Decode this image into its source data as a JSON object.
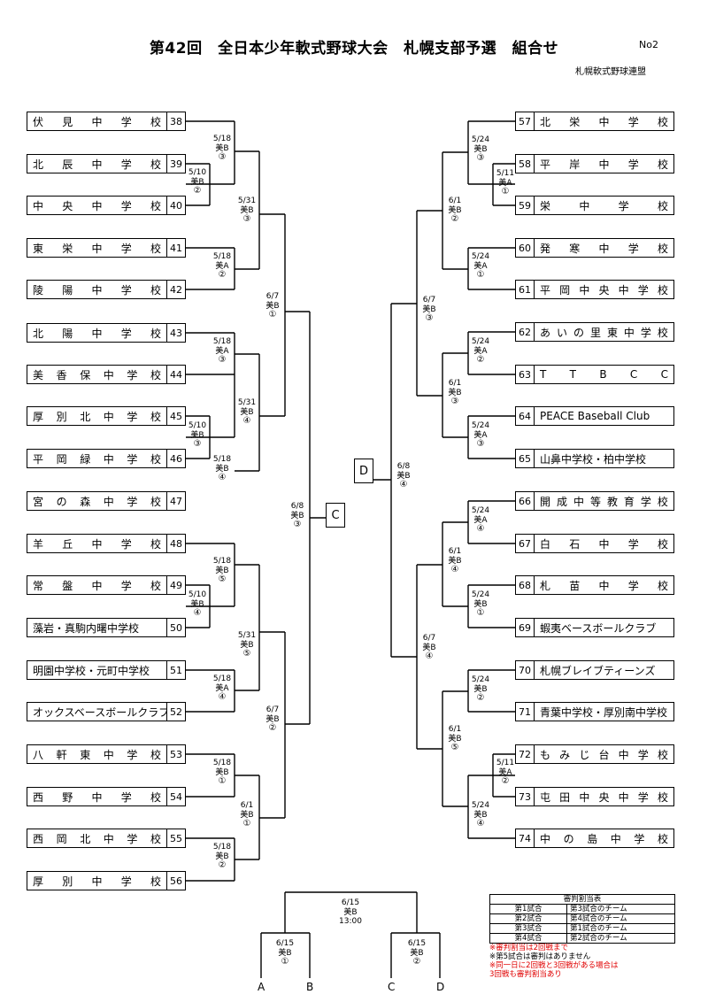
{
  "header": {
    "title": "第42回　全日本少年軟式野球大会　札幌支部予選　組合せ",
    "page_no": "No2",
    "organizer": "札幌軟式野球連盟"
  },
  "left_teams": [
    {
      "num": "38",
      "name": "伏見中学校",
      "spread": true
    },
    {
      "num": "39",
      "name": "北辰中学校",
      "spread": true
    },
    {
      "num": "40",
      "name": "中央中学校",
      "spread": true
    },
    {
      "num": "41",
      "name": "東栄中学校",
      "spread": true
    },
    {
      "num": "42",
      "name": "陵陽中学校",
      "spread": true
    },
    {
      "num": "43",
      "name": "北陽中学校",
      "spread": true
    },
    {
      "num": "44",
      "name": "美香保中学校",
      "spread": true
    },
    {
      "num": "45",
      "name": "厚別北中学校",
      "spread": true
    },
    {
      "num": "46",
      "name": "平岡緑中学校",
      "spread": true
    },
    {
      "num": "47",
      "name": "宮の森中学校",
      "spread": true
    },
    {
      "num": "48",
      "name": "羊丘中学校",
      "spread": true
    },
    {
      "num": "49",
      "name": "常盤中学校",
      "spread": true
    },
    {
      "num": "50",
      "name": "藻岩・真駒内曙中学校",
      "spread": false
    },
    {
      "num": "51",
      "name": "明園中学校・元町中学校",
      "spread": false
    },
    {
      "num": "52",
      "name": "オックスベースボールクラブA",
      "spread": false
    },
    {
      "num": "53",
      "name": "八軒東中学校",
      "spread": true
    },
    {
      "num": "54",
      "name": "西野中学校",
      "spread": true
    },
    {
      "num": "55",
      "name": "西岡北中学校",
      "spread": true
    },
    {
      "num": "56",
      "name": "厚別中学校",
      "spread": true
    }
  ],
  "right_teams": [
    {
      "num": "57",
      "name": "北栄中学校",
      "spread": true
    },
    {
      "num": "58",
      "name": "平岸中学校",
      "spread": true
    },
    {
      "num": "59",
      "name": "栄中学校",
      "spread": true
    },
    {
      "num": "60",
      "name": "発寒中学校",
      "spread": true
    },
    {
      "num": "61",
      "name": "平岡中央中学校",
      "spread": true
    },
    {
      "num": "62",
      "name": "あいの里東中学校",
      "spread": true
    },
    {
      "num": "63",
      "name": "TTBCC",
      "spread": true
    },
    {
      "num": "64",
      "name": "PEACE Baseball Club",
      "spread": false
    },
    {
      "num": "65",
      "name": "山鼻中学校・柏中学校",
      "spread": false
    },
    {
      "num": "66",
      "name": "開成中等教育学校",
      "spread": true
    },
    {
      "num": "67",
      "name": "白石中学校",
      "spread": true
    },
    {
      "num": "68",
      "name": "札苗中学校",
      "spread": true
    },
    {
      "num": "69",
      "name": "蝦夷ベースボールクラブ",
      "spread": false
    },
    {
      "num": "70",
      "name": "札幌ブレイブティーンズ",
      "spread": false
    },
    {
      "num": "71",
      "name": "青葉中学校・厚別南中学校",
      "spread": false
    },
    {
      "num": "72",
      "name": "もみじ台中学校",
      "spread": true
    },
    {
      "num": "73",
      "name": "屯田中央中学校",
      "spread": true
    },
    {
      "num": "74",
      "name": "中の島中学校",
      "spread": true
    }
  ],
  "matches": [
    {
      "date": "5/18",
      "venue": "美B",
      "game": "③"
    },
    {
      "date": "5/10",
      "venue": "美B",
      "game": "②"
    },
    {
      "date": "5/31",
      "venue": "美B",
      "game": "③"
    },
    {
      "date": "5/18",
      "venue": "美A",
      "game": "②"
    },
    {
      "date": "6/7",
      "venue": "美B",
      "game": "①"
    },
    {
      "date": "5/18",
      "venue": "美A",
      "game": "③"
    },
    {
      "date": "5/10",
      "venue": "美B",
      "game": "③"
    },
    {
      "date": "5/31",
      "venue": "美B",
      "game": "④"
    },
    {
      "date": "5/18",
      "venue": "美B",
      "game": "④"
    },
    {
      "date": "6/8",
      "venue": "美B",
      "game": "③"
    },
    {
      "date": "5/18",
      "venue": "美B",
      "game": "⑤"
    },
    {
      "date": "5/10",
      "venue": "美B",
      "game": "④"
    },
    {
      "date": "5/31",
      "venue": "美B",
      "game": "⑤"
    },
    {
      "date": "5/18",
      "venue": "美A",
      "game": "④"
    },
    {
      "date": "6/7",
      "venue": "美B",
      "game": "②"
    },
    {
      "date": "5/18",
      "venue": "美B",
      "game": "①"
    },
    {
      "date": "6/1",
      "venue": "美B",
      "game": "①"
    },
    {
      "date": "5/18",
      "venue": "美B",
      "game": "②"
    },
    {
      "date": "5/24",
      "venue": "美B",
      "game": "③"
    },
    {
      "date": "5/11",
      "venue": "美A",
      "game": "①"
    },
    {
      "date": "6/1",
      "venue": "美B",
      "game": "②"
    },
    {
      "date": "5/24",
      "venue": "美A",
      "game": "①"
    },
    {
      "date": "6/7",
      "venue": "美B",
      "game": "③"
    },
    {
      "date": "5/24",
      "venue": "美A",
      "game": "②"
    },
    {
      "date": "6/1",
      "venue": "美B",
      "game": "③"
    },
    {
      "date": "5/24",
      "venue": "美A",
      "game": "③"
    },
    {
      "date": "6/8",
      "venue": "美B",
      "game": "④"
    },
    {
      "date": "5/24",
      "venue": "美A",
      "game": "④"
    },
    {
      "date": "6/1",
      "venue": "美B",
      "game": "④"
    },
    {
      "date": "5/24",
      "venue": "美B",
      "game": "①"
    },
    {
      "date": "6/7",
      "venue": "美B",
      "game": "④"
    },
    {
      "date": "5/24",
      "venue": "美B",
      "game": "②"
    },
    {
      "date": "6/1",
      "venue": "美B",
      "game": "⑤"
    },
    {
      "date": "5/11",
      "venue": "美A",
      "game": "②"
    },
    {
      "date": "5/24",
      "venue": "美B",
      "game": "④"
    },
    {
      "date": "6/15",
      "venue": "美B",
      "game": "①"
    },
    {
      "date": "6/15",
      "venue": "美B",
      "game": "②"
    }
  ],
  "final": {
    "date": "6/15",
    "venue": "美B",
    "time": "13:00"
  },
  "boxes": {
    "c": "C",
    "d": "D"
  },
  "finals_labels": [
    "A",
    "B",
    "C",
    "D"
  ],
  "judges": {
    "title": "審判割当表",
    "rows": [
      [
        "第1試合",
        "第3試合のチーム"
      ],
      [
        "第2試合",
        "第4試合のチーム"
      ],
      [
        "第3試合",
        "第1試合のチーム"
      ],
      [
        "第4試合",
        "第2試合のチーム"
      ]
    ],
    "notes": [
      {
        "text": "※審判割当は2回戦まで",
        "red": true
      },
      {
        "text": "※第5試合は審判はありません",
        "red": false
      },
      {
        "text": "※同一日に2回戦と3回戦がある場合は",
        "red": true
      },
      {
        "text": "3回戦も審判割当あり",
        "red": true
      }
    ]
  }
}
